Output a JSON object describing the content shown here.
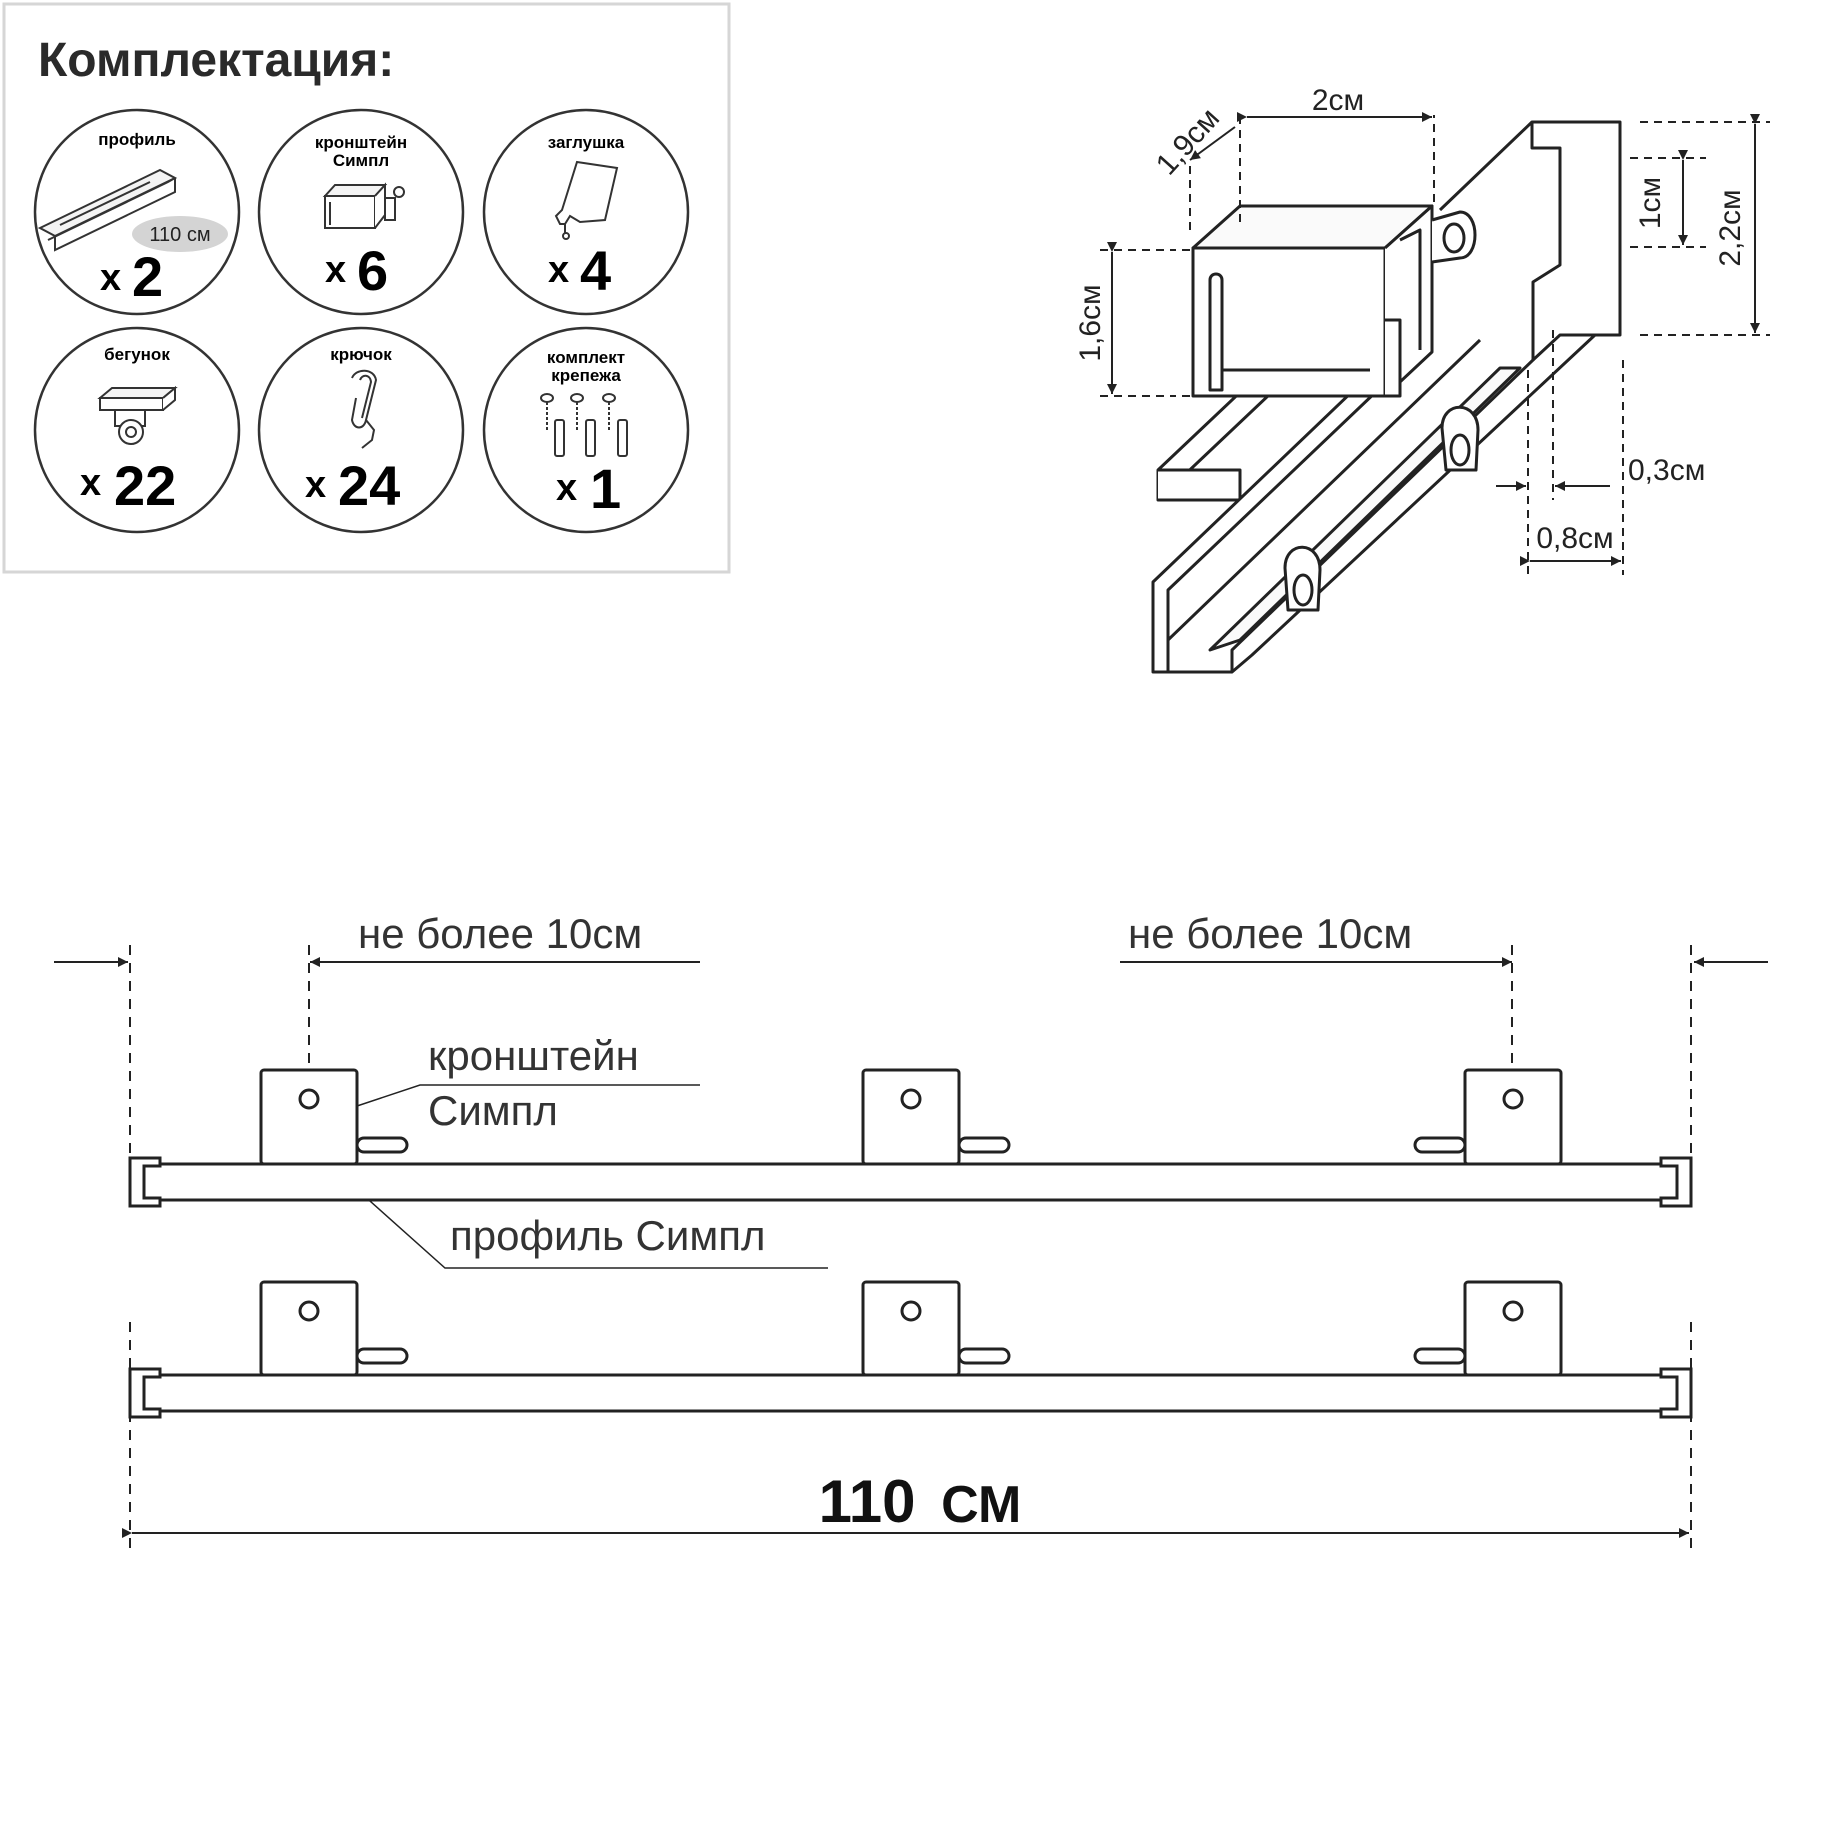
{
  "kit": {
    "title": "Комплектация:",
    "items": [
      {
        "label_lines": [
          "профиль"
        ],
        "badge": "110 см",
        "prefix": "x",
        "qty": "2",
        "icon": "profile-rail-icon"
      },
      {
        "label_lines": [
          "кронштейн",
          "Симпл"
        ],
        "prefix": "x",
        "qty": "6",
        "icon": "bracket-icon"
      },
      {
        "label_lines": [
          "заглушка"
        ],
        "prefix": "x",
        "qty": "4",
        "icon": "end-cap-icon"
      },
      {
        "label_lines": [
          "бегунок"
        ],
        "prefix": "x",
        "qty": "22",
        "icon": "runner-icon"
      },
      {
        "label_lines": [
          "крючок"
        ],
        "prefix": "x",
        "qty": "24",
        "icon": "hook-icon"
      },
      {
        "label_lines": [
          "комплект",
          "крепежа"
        ],
        "prefix": "x",
        "qty": "1",
        "icon": "fasteners-icon"
      }
    ]
  },
  "dimensions": {
    "d_1_9": "1,9см",
    "d_2": "2см",
    "d_1": "1см",
    "d_2_2": "2,2см",
    "d_1_6": "1,6см",
    "d_0_3": "0,3см",
    "d_0_8": "0,8см"
  },
  "layout_labels": {
    "left_gap": "не более 10см",
    "right_gap": "не более 10см",
    "bracket_line1": "кронштейн",
    "bracket_line2": "Симпл",
    "profile": "профиль Симпл",
    "total_value": "110",
    "total_unit": "СМ"
  }
}
